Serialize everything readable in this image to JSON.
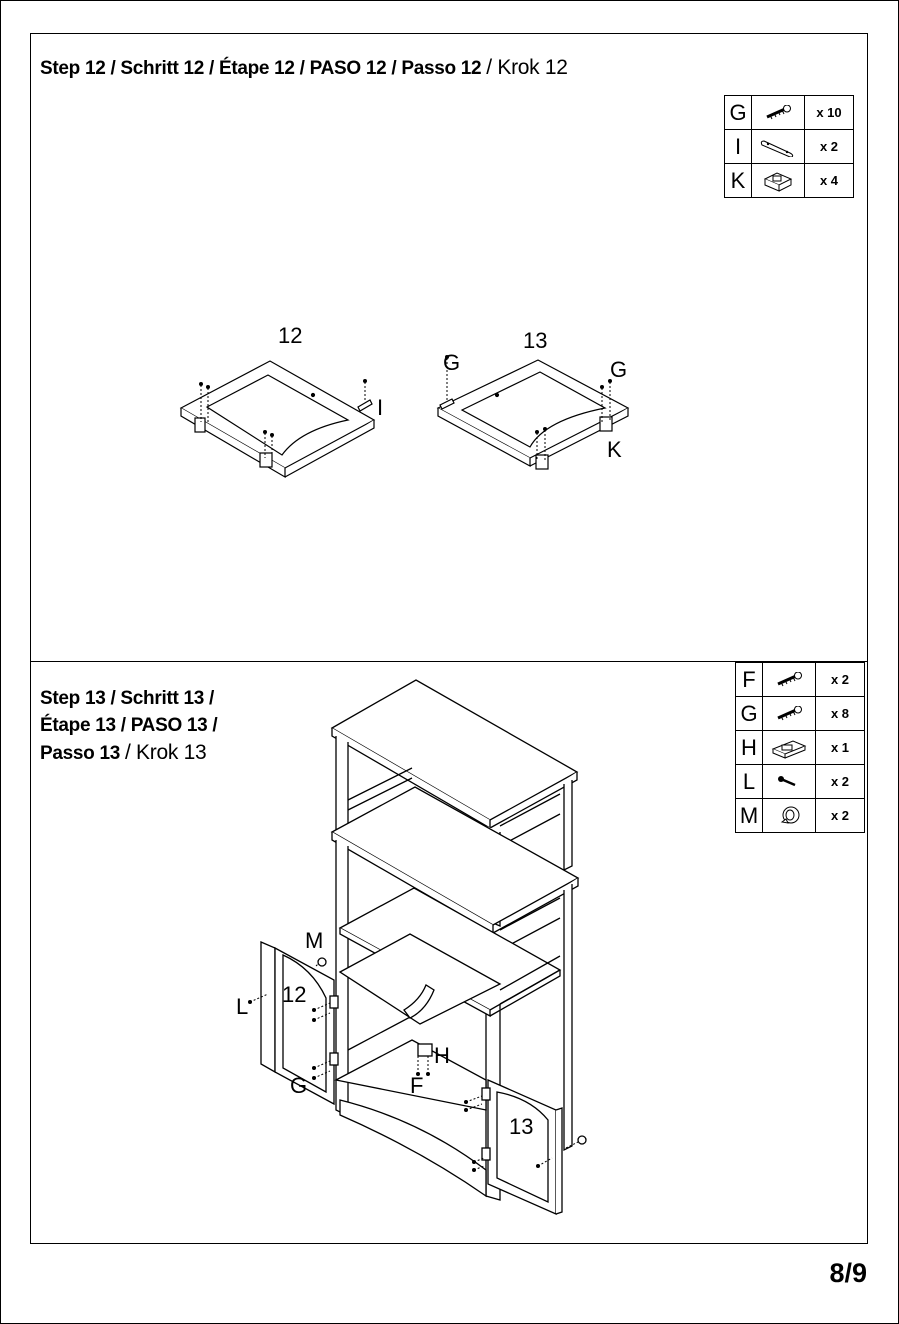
{
  "step12": {
    "title_bold": "Step 12 / Schritt 12 / Étape 12 / PASO 12 / Passo 12",
    "title_light": "/ Krok 12",
    "parts": [
      {
        "letter": "G",
        "icon": "screw-icon",
        "qty": "x 10"
      },
      {
        "letter": "I",
        "icon": "plate-icon",
        "qty": "x 2"
      },
      {
        "letter": "K",
        "icon": "hinge-icon",
        "qty": "x 4"
      }
    ],
    "diagram_labels": {
      "door_left": "12",
      "door_right": "13",
      "part_i": "I",
      "part_g_left": "G",
      "part_g_right": "G",
      "part_k": "K"
    }
  },
  "step13": {
    "title_line1": "Step 13 / Schritt 13 /",
    "title_line2": "Étape 13 / PASO 13 /",
    "title_line3_bold": "Passo 13",
    "title_line3_light": "/ Krok 13",
    "parts": [
      {
        "letter": "F",
        "icon": "screw-icon",
        "qty": "x 2"
      },
      {
        "letter": "G",
        "icon": "screw-icon",
        "qty": "x 8"
      },
      {
        "letter": "H",
        "icon": "magnet-catch-icon",
        "qty": "x 1"
      },
      {
        "letter": "L",
        "icon": "bolt-icon",
        "qty": "x 2"
      },
      {
        "letter": "M",
        "icon": "knob-icon",
        "qty": "x 2"
      }
    ],
    "diagram_labels": {
      "part_m": "M",
      "part_l": "L",
      "door_left": "12",
      "part_g": "G",
      "part_h": "H",
      "part_f": "F",
      "door_right": "13"
    }
  },
  "page_number": "8/9"
}
